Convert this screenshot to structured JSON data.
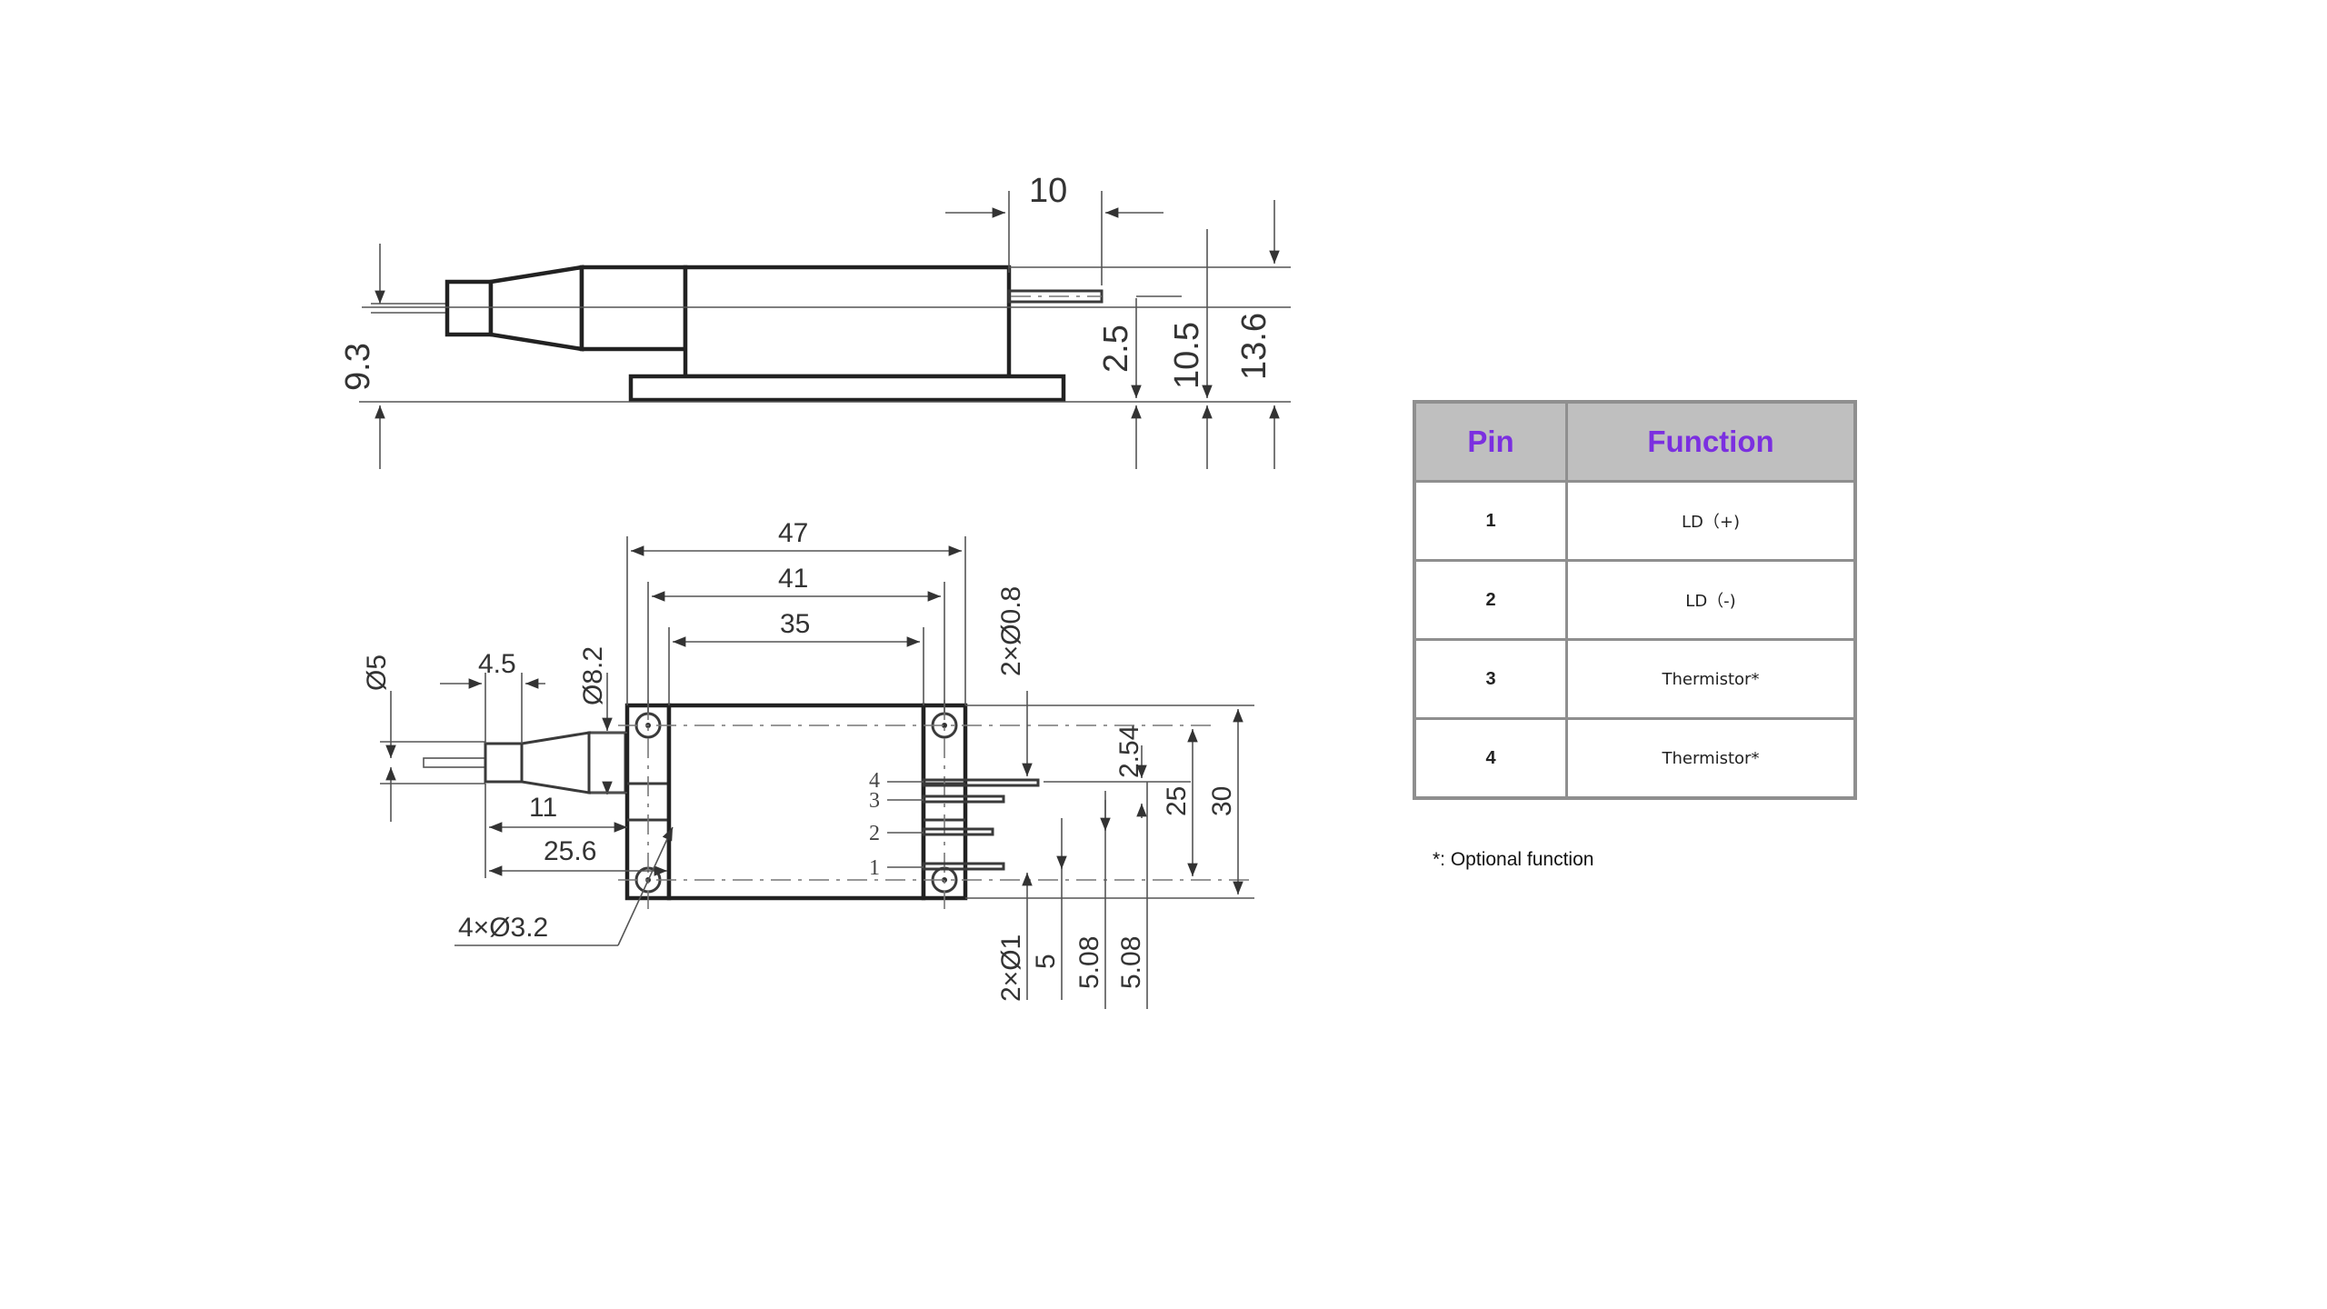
{
  "side_view": {
    "dims": {
      "d10": "10",
      "d93": "9.3",
      "d25": "2.5",
      "d105": "10.5",
      "d136": "13.6"
    }
  },
  "top_view": {
    "dims": {
      "d47": "47",
      "d41": "41",
      "d35": "35",
      "d_phi5": "Ø5",
      "d45": "4.5",
      "d_phi82": "Ø8.2",
      "d_2phi08": "2×Ø0.8",
      "d11": "11",
      "d256": "25.6",
      "d_4phi32": "4×Ø3.2",
      "d254": "2.54",
      "d25": "25",
      "d30": "30",
      "d_2phi1": "2×Ø1",
      "d5": "5",
      "d508a": "5.08",
      "d508b": "5.08"
    },
    "pin_labels": [
      "4",
      "3",
      "2",
      "1"
    ]
  },
  "pin_table": {
    "headers": {
      "pin": "Pin",
      "function": "Function"
    },
    "rows": [
      {
        "pin": "1",
        "function": "LD（+)"
      },
      {
        "pin": "2",
        "function": "LD（-)"
      },
      {
        "pin": "3",
        "function": "Thermistor*"
      },
      {
        "pin": "4",
        "function": "Thermistor*"
      }
    ],
    "header_color": "#7b2fe0",
    "header_bg": "#bfbfbf"
  },
  "footnote": "*: Optional function"
}
